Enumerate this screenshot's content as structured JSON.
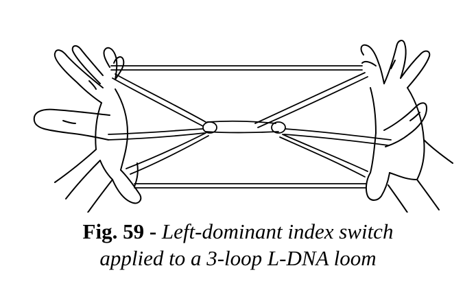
{
  "figure": {
    "label": "Fig. 59 - ",
    "caption_line1": "Left-dominant index switch",
    "caption_line2": "applied to a 3-loop L-DNA loom"
  },
  "illustration": {
    "subject": "hands-holding-string-figure-icon",
    "ink_color": "#000000",
    "paper_color": "#ffffff"
  }
}
